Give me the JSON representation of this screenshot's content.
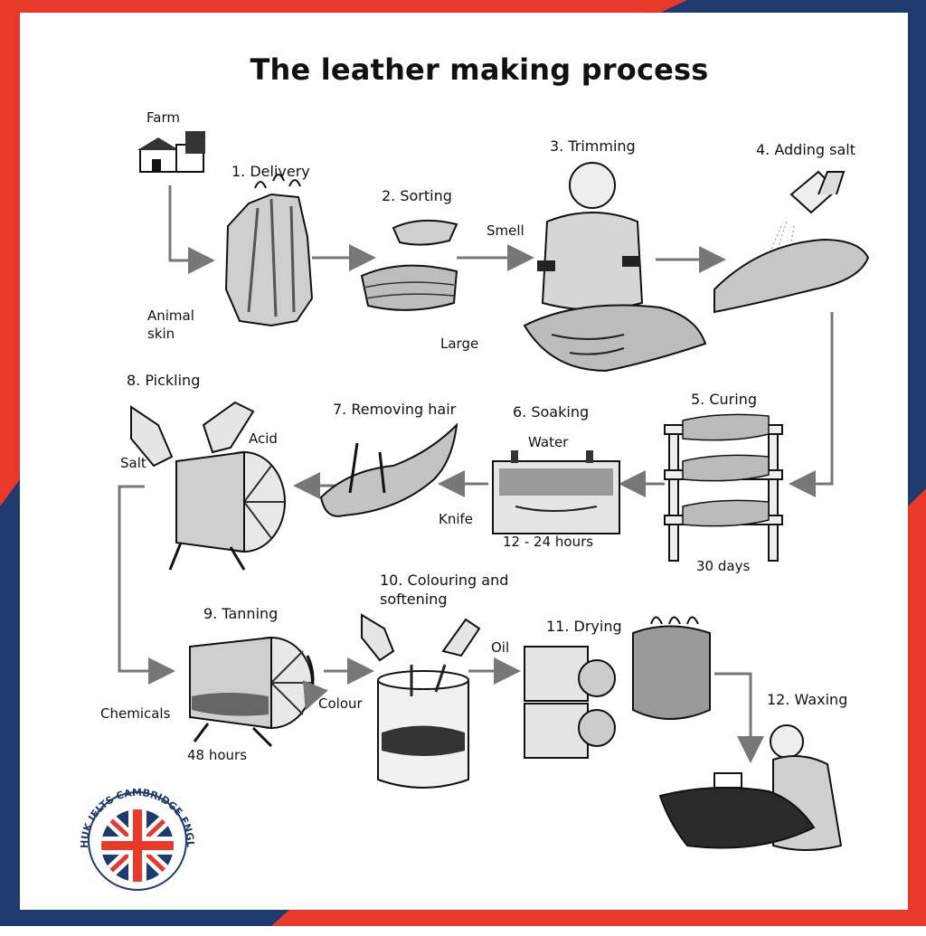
{
  "title": "The leather making process",
  "logo": {
    "brand_text": "LINHUK IELTS CAMBRIDGE ENGLISH"
  },
  "colors": {
    "frame_red": "#e8392b",
    "frame_blue": "#1f3a6e",
    "arrow": "#777777",
    "ink": "#111111"
  },
  "labels": {
    "farm": "Farm",
    "animal_skin_1": "Animal",
    "animal_skin_2": "skin",
    "smell": "Smell",
    "large": "Large",
    "acid": "Acid",
    "salt": "Salt",
    "water": "Water",
    "knife": "Knife",
    "soak_time": "12 - 24 hours",
    "cure_time": "30 days",
    "chemicals": "Chemicals",
    "tan_time": "48 hours",
    "colour": "Colour",
    "oil": "Oil"
  },
  "steps": [
    {
      "label": "1. Delivery"
    },
    {
      "label": "2. Sorting"
    },
    {
      "label": "3. Trimming"
    },
    {
      "label": "4. Adding salt"
    },
    {
      "label": "5. Curing"
    },
    {
      "label": "6. Soaking"
    },
    {
      "label": "7. Removing hair"
    },
    {
      "label": "8. Pickling"
    },
    {
      "label": "9. Tanning"
    },
    {
      "label": "10. Colouring and",
      "label2": "softening"
    },
    {
      "label": "11. Drying"
    },
    {
      "label": "12. Waxing"
    }
  ]
}
